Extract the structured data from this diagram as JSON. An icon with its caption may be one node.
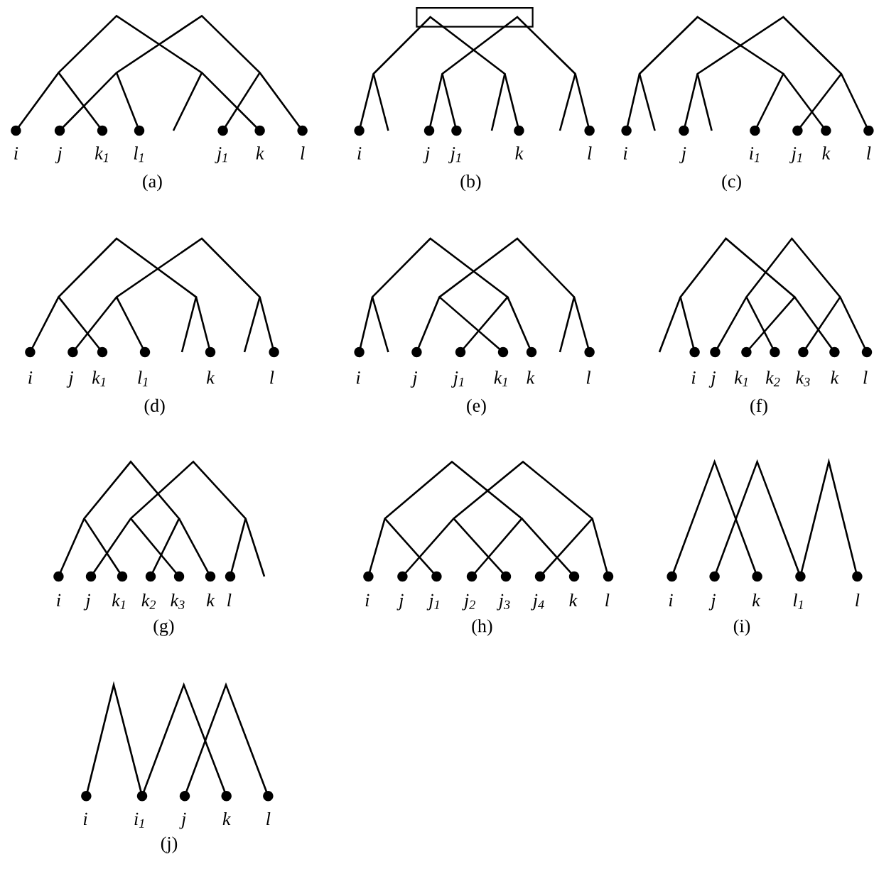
{
  "diagram": {
    "labels": [
      "i",
      "j",
      "k$_{1}$",
      "l$_{1}$",
      "j$_{1}$",
      "k",
      "l",
      "(a)",
      "i",
      "j",
      "j$_{1}$",
      "k",
      "l",
      "(b)",
      "i",
      "j",
      "i$_{1}$",
      "j$_{1}$",
      "k",
      "l",
      "(c)",
      "i",
      "j",
      "k$_{1}$",
      "l$_{1}$",
      "k",
      "l",
      "(d)",
      "i",
      "j",
      "j$_{1}$",
      "k$_{1}$",
      "k",
      "l",
      "(e)",
      "i",
      "j",
      "k$_{1}$",
      "k$_{2}$",
      "k$_{3}$",
      "k",
      "l",
      "(f)",
      "i",
      "j",
      "k$_{1}$",
      "k$_{2}$",
      "k$_{3}$",
      "k",
      "l",
      "(g)",
      "i",
      "j",
      "j$_{1}$",
      "j$_{2}$",
      "j$_{3}$",
      "j$_{4}$",
      "k",
      "l",
      "(h)",
      "i",
      "j",
      "k",
      "l$_{1}$",
      "l",
      "(i)",
      "i",
      "i$_{1}$",
      "j",
      "k",
      "l",
      "(j)"
    ]
  }
}
